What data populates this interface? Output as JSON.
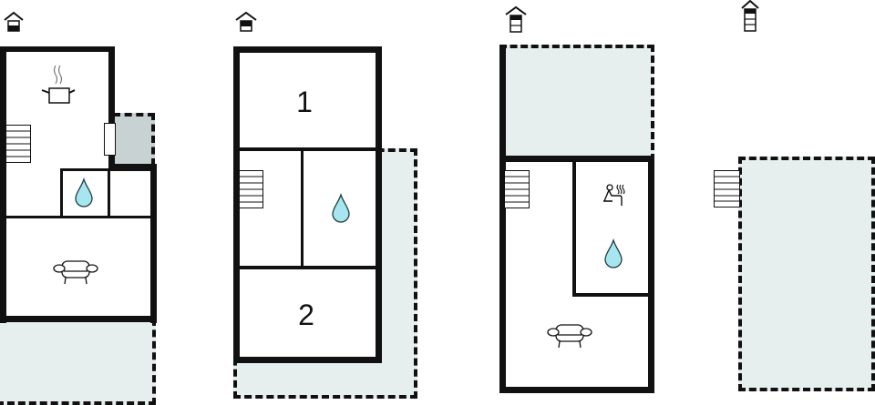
{
  "floorplan": {
    "levels": [
      {
        "id": "level-1",
        "icon": "floor-indicator-ground-icon",
        "rooms": [
          {
            "type": "kitchen",
            "icon": "cooking-pot-icon"
          },
          {
            "type": "bathroom",
            "icon": "water-drop-icon"
          },
          {
            "type": "storage",
            "icon": ""
          },
          {
            "type": "living-room",
            "icon": "armchair-icon"
          },
          {
            "type": "covered-terrace",
            "icon": ""
          },
          {
            "type": "terrace",
            "icon": ""
          }
        ],
        "features": [
          "stairs",
          "door"
        ]
      },
      {
        "id": "level-2",
        "icon": "floor-indicator-second-icon",
        "rooms": [
          {
            "type": "bedroom",
            "label": "1"
          },
          {
            "type": "hall",
            "icon": ""
          },
          {
            "type": "bathroom",
            "icon": "water-drop-icon"
          },
          {
            "type": "bedroom",
            "label": "2"
          },
          {
            "type": "terrace",
            "icon": ""
          }
        ],
        "features": [
          "stairs"
        ]
      },
      {
        "id": "level-3",
        "icon": "floor-indicator-third-icon",
        "rooms": [
          {
            "type": "balcony",
            "icon": ""
          },
          {
            "type": "sauna",
            "icon": "sauna-icon"
          },
          {
            "type": "bathroom",
            "icon": "water-drop-icon"
          },
          {
            "type": "living-room",
            "icon": "armchair-icon"
          }
        ],
        "features": [
          "stairs"
        ]
      },
      {
        "id": "level-4",
        "icon": "floor-indicator-top-icon",
        "rooms": [
          {
            "type": "roof-terrace",
            "icon": ""
          }
        ],
        "features": [
          "stairs"
        ]
      }
    ],
    "labels": {
      "bedroom_1": "1",
      "bedroom_2": "2"
    },
    "colors": {
      "wall": "#111111",
      "outdoor_fill": "#e6eeee",
      "covered_fill": "#c9d2d2",
      "water": "#a8e6ef"
    }
  }
}
